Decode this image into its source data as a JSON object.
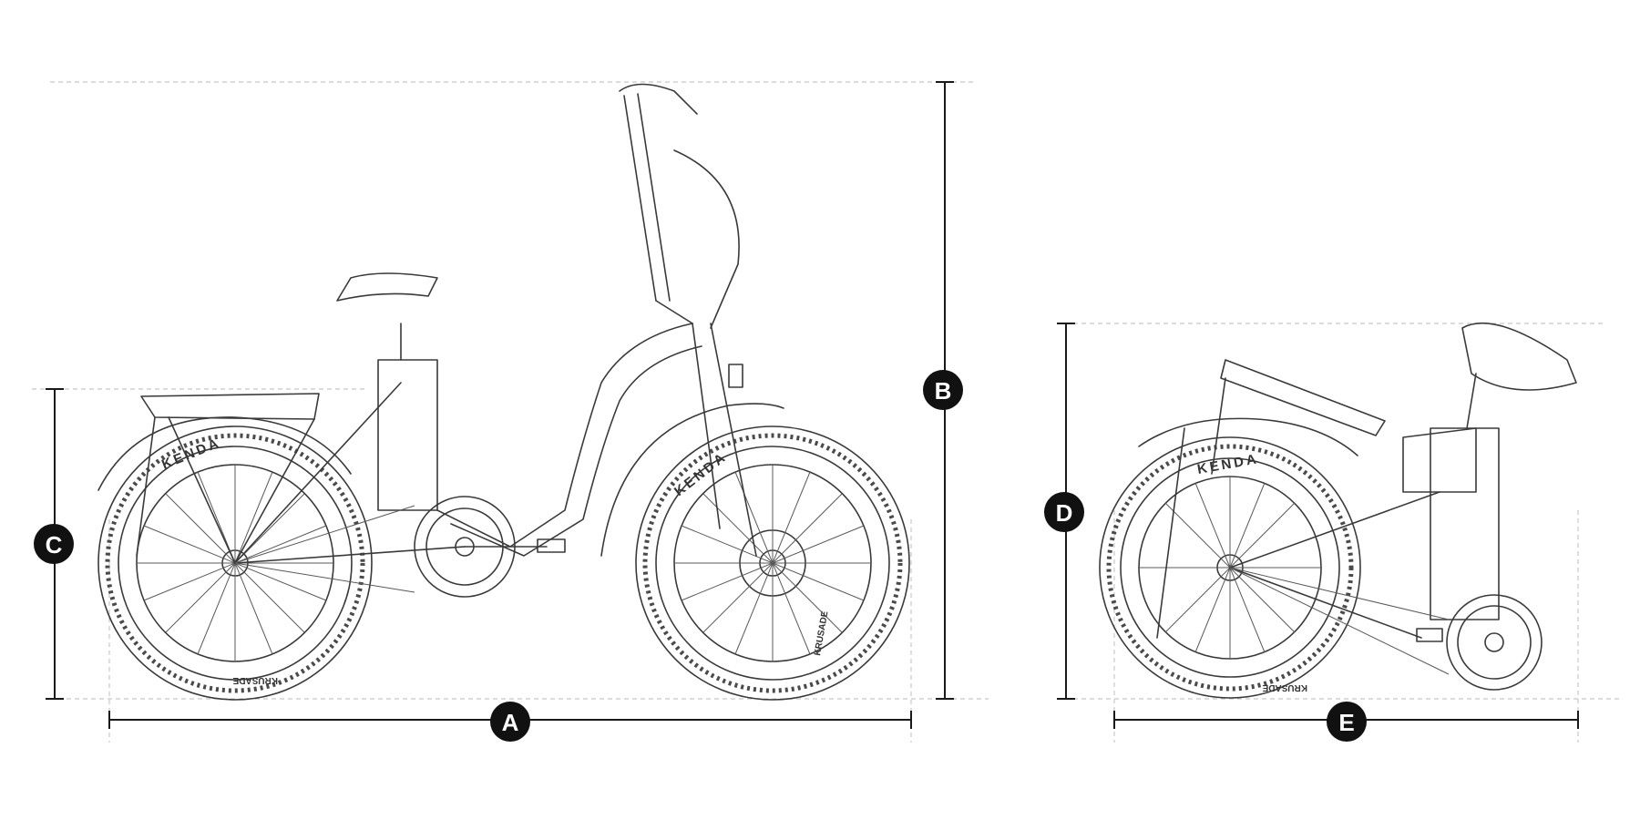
{
  "dimension_labels": {
    "a": "A",
    "b": "B",
    "c": "C",
    "d": "D",
    "e": "E"
  },
  "tire_brand": "KENDA",
  "tire_model": "KRUSADE",
  "figures": [
    {
      "view": "unfolded",
      "dimensions": [
        "A",
        "B",
        "C"
      ]
    },
    {
      "view": "folded",
      "dimensions": [
        "D",
        "E"
      ]
    }
  ],
  "colors": {
    "dimension_line": "#1a1a1a",
    "guide_line": "#c8c8c8",
    "badge": "#111111",
    "badge_text": "#ffffff",
    "sketch": "#3a3a3a"
  }
}
